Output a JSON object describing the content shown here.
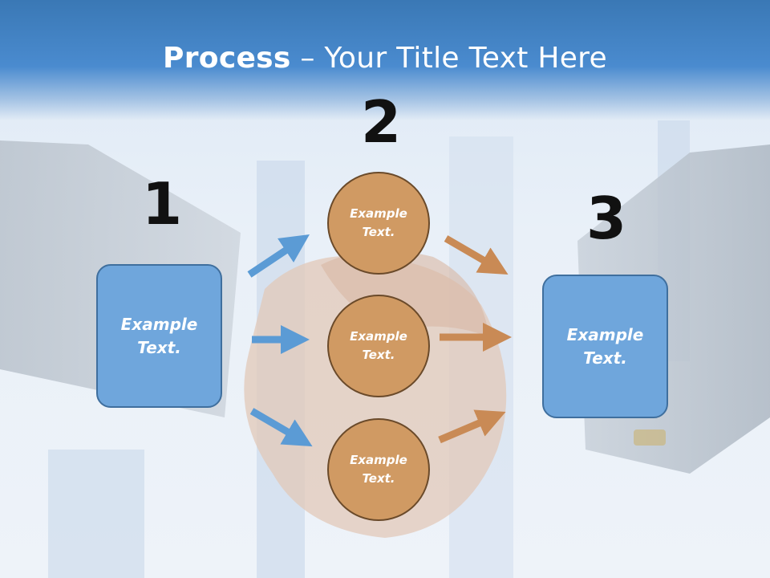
{
  "title": {
    "bold": "Process",
    "rest": " – Your Title Text Here"
  },
  "steps": [
    {
      "number": "1",
      "label": "Example\nText."
    },
    {
      "number": "2",
      "labels": [
        "Example\nText.",
        "Example\nText.",
        "Example\nText."
      ]
    },
    {
      "number": "3",
      "label": "Example\nText."
    }
  ],
  "colors": {
    "box_fill": "#6fa6dc",
    "circle_fill": "#d09a63",
    "arrow_blue": "#5b9bd5",
    "arrow_orange": "#c98a55",
    "title_bar": "#4a8bcf"
  }
}
